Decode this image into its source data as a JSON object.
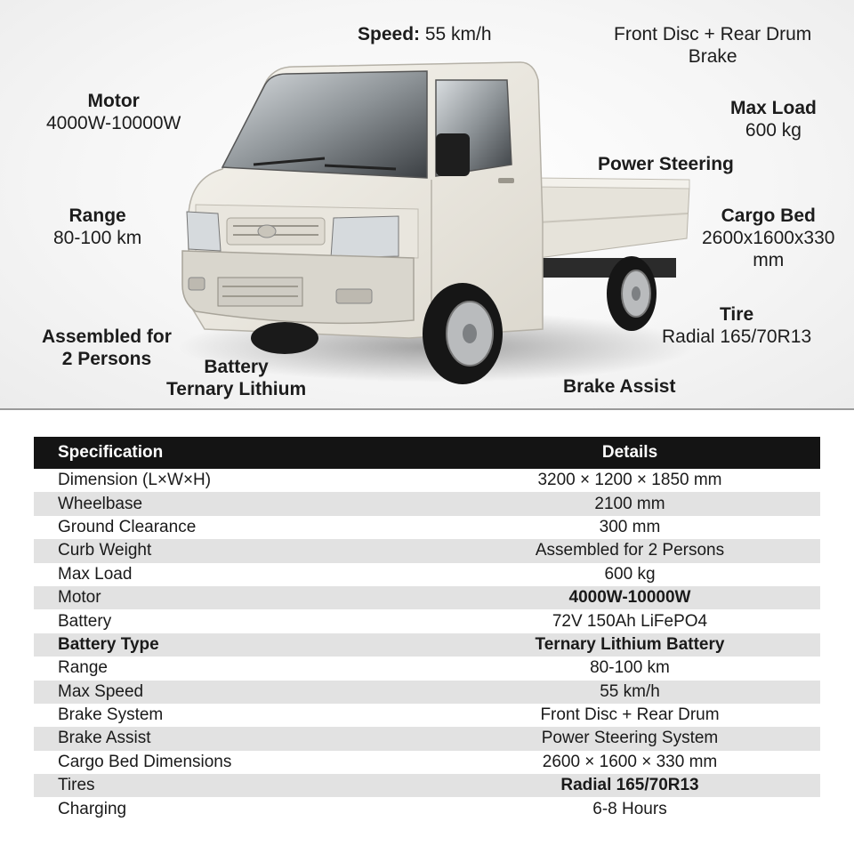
{
  "callouts": {
    "speed": {
      "label": "Speed:",
      "value": "55 km/h"
    },
    "brake": {
      "line1": "Front Disc + Rear Drum",
      "line2": "Brake"
    },
    "motor": {
      "label": "Motor",
      "value": "4000W-10000W"
    },
    "max_load": {
      "label": "Max Load",
      "value": "600 kg"
    },
    "power_steering": {
      "label": "Power Steering"
    },
    "range": {
      "label": "Range",
      "value": "80-100 km"
    },
    "cargo_bed": {
      "label": "Cargo Bed",
      "value_line1": "2600x1600x330",
      "value_line2": "mm"
    },
    "tire": {
      "label": "Tire",
      "value": "Radial 165/70R13"
    },
    "assembled": {
      "line1": "Assembled for",
      "line2": "2 Persons"
    },
    "battery": {
      "line1": "Battery",
      "line2": "Ternary Lithium"
    },
    "brake_assist": {
      "label": "Brake Assist"
    }
  },
  "table": {
    "header": {
      "spec": "Specification",
      "details": "Details"
    },
    "rows": [
      {
        "spec": "Dimension (L×W×H)",
        "details": "3200 × 1200 × 1850 mm"
      },
      {
        "spec": "Wheelbase",
        "details": "2100 mm"
      },
      {
        "spec": "Ground Clearance",
        "details": "300 mm"
      },
      {
        "spec": "Curb Weight",
        "details": "Assembled for 2 Persons"
      },
      {
        "spec": "Max Load",
        "details": "600 kg"
      },
      {
        "spec": "Motor",
        "details": "4000W-10000W"
      },
      {
        "spec": "Battery",
        "details": "72V 150Ah LiFePO4"
      },
      {
        "spec": "Battery Type",
        "details": "Ternary Lithium Battery"
      },
      {
        "spec": "Range",
        "details": "80-100 km"
      },
      {
        "spec": "Max Speed",
        "details": "55 km/h"
      },
      {
        "spec": "Brake System",
        "details": "Front Disc + Rear Drum"
      },
      {
        "spec": "Brake Assist",
        "details": "Power Steering System"
      },
      {
        "spec": "Cargo Bed Dimensions",
        "details": "2600 × 1600 × 330 mm"
      },
      {
        "spec": "Tires",
        "details": "Radial 165/70R13"
      },
      {
        "spec": "Charging",
        "details": "6-8 Hours"
      }
    ]
  },
  "colors": {
    "truck_body": "#efece4",
    "table_header_bg": "#141414",
    "row_stripe": "#e2e2e2"
  }
}
